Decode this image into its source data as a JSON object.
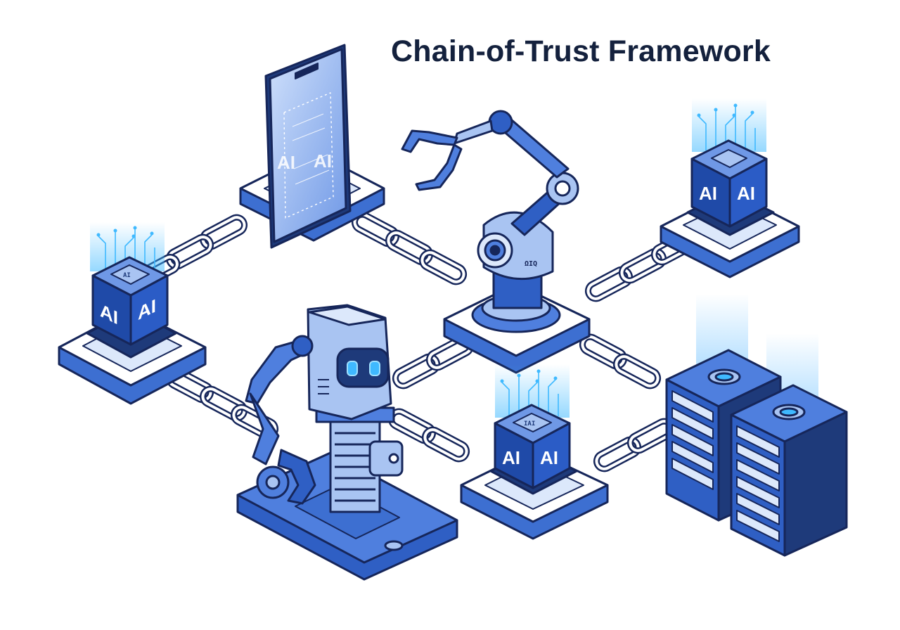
{
  "title": "Chain-of-Trust Framework",
  "nodes": {
    "ai_cube_left": {
      "face_left": "AI",
      "face_right": "AI",
      "chip_text": "ΑΙ"
    },
    "smartphone": {
      "screen_left": "AI",
      "screen_right": "AI"
    },
    "robotic_arm": {
      "base_text": "ΩIQ"
    },
    "ai_cube_right": {
      "face_left": "AI",
      "face_right": "AI"
    },
    "ai_cube_center": {
      "face_left": "AI",
      "face_right": "AI",
      "chip_text": "ΙΑΙ"
    },
    "humanoid_robot": {},
    "server_rack": {}
  },
  "colors": {
    "title": "#14213d",
    "outline": "#16265a",
    "navy": "#1e3a7a",
    "blue": "#2f5fc4",
    "mid_blue": "#4f7fde",
    "light_blue": "#a9c4f2",
    "pale_blue": "#dce8fb",
    "glow": "#3fb9ff",
    "platform_side": "#3d6fd1",
    "white": "#ffffff"
  },
  "icons": [
    "chain-link-icon",
    "circuit-glow-icon",
    "robot-claw-icon",
    "camera-lens-icon"
  ]
}
